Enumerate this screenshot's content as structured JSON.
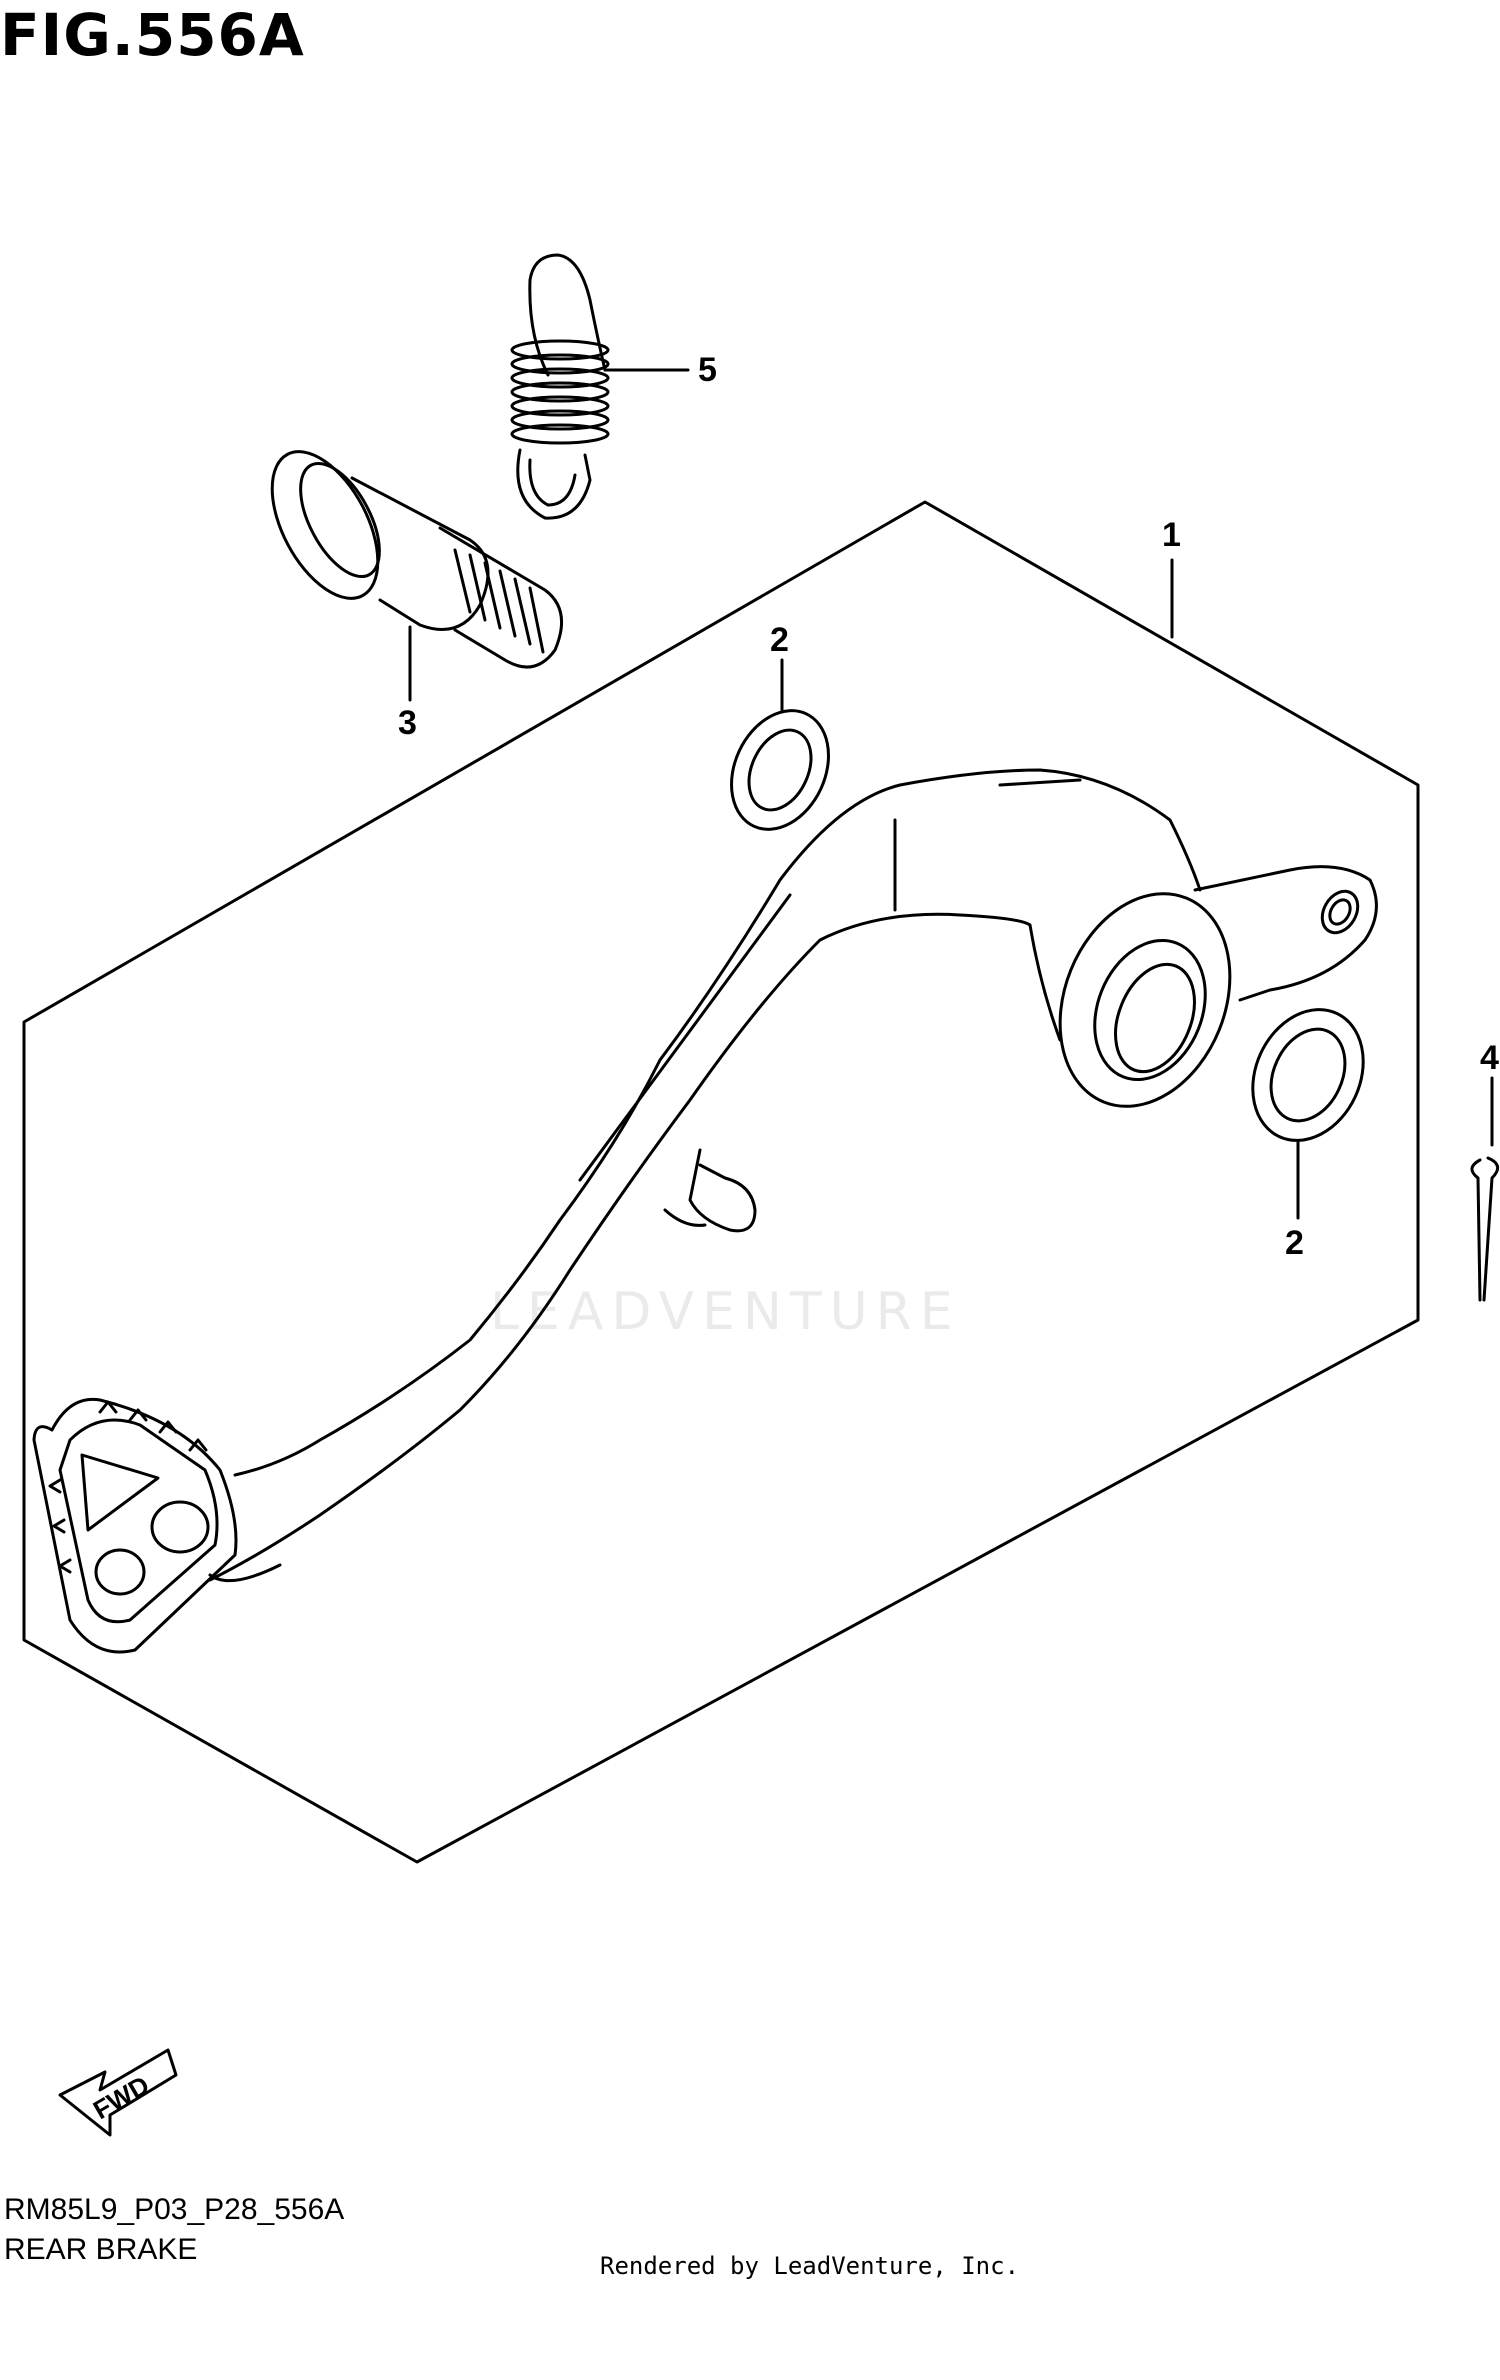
{
  "figure": {
    "title": "FIG.556A"
  },
  "callouts": [
    {
      "id": "1",
      "label": "1"
    },
    {
      "id": "2a",
      "label": "2"
    },
    {
      "id": "2b",
      "label": "2"
    },
    {
      "id": "3",
      "label": "3"
    },
    {
      "id": "4",
      "label": "4"
    },
    {
      "id": "5",
      "label": "5"
    }
  ],
  "direction_arrow": {
    "label": "FWD"
  },
  "footer": {
    "diagram_code": "RM85L9_P03_P28_556A",
    "assembly_name": "REAR BRAKE",
    "rendered_by": "Rendered by LeadVenture, Inc."
  },
  "watermark": {
    "text": "LEADVENTURE"
  }
}
